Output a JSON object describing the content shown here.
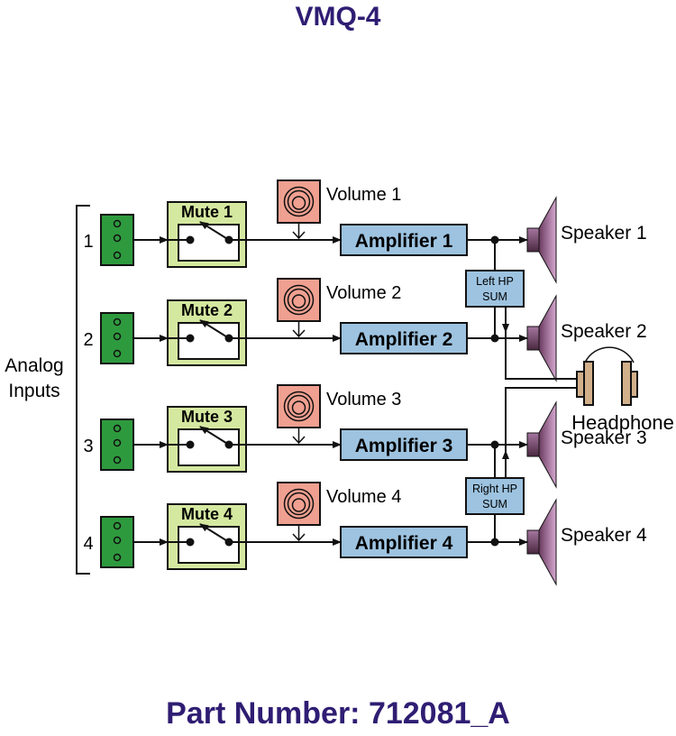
{
  "title": "VMQ-4",
  "part_number": "Part Number:  712081_A",
  "inputs_label": [
    "Analog",
    "Inputs"
  ],
  "channels": [
    {
      "num": "1",
      "mute": "Mute 1",
      "volume": "Volume 1",
      "amp": "Amplifier 1",
      "speaker": "Speaker 1"
    },
    {
      "num": "2",
      "mute": "Mute 2",
      "volume": "Volume 2",
      "amp": "Amplifier 2",
      "speaker": "Speaker 2"
    },
    {
      "num": "3",
      "mute": "Mute 3",
      "volume": "Volume 3",
      "amp": "Amplifier 3",
      "speaker": "Speaker 3"
    },
    {
      "num": "4",
      "mute": "Mute 4",
      "volume": "Volume 4",
      "amp": "Amplifier 4",
      "speaker": "Speaker 4"
    }
  ],
  "left_sum": [
    "Left HP",
    "SUM"
  ],
  "right_sum": [
    "Right HP",
    "SUM"
  ],
  "headphone": "Headphone",
  "colors": {
    "title": "#2f1d73",
    "connector": "#2e9a3e",
    "mute": "#d5e8a0",
    "volume": "#f0a090",
    "amplifier": "#9dc3e0",
    "speaker": "#b07aa8",
    "headphone": "#d2b08a"
  }
}
